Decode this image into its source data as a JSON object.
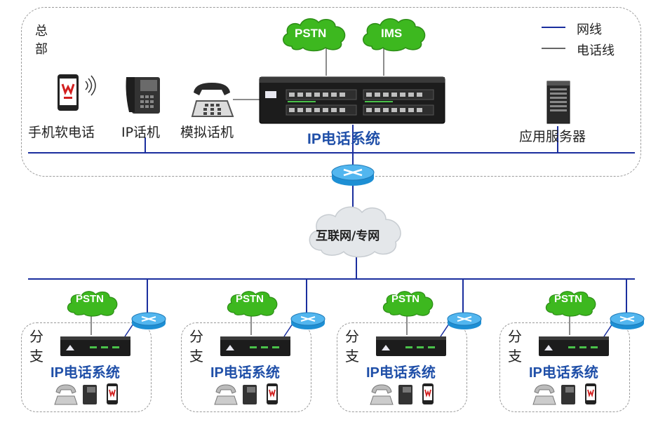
{
  "legend": {
    "network_line": "网线",
    "phone_line": "电话线",
    "network_color": "#1a2e9e",
    "phone_color": "#666666"
  },
  "headquarters": {
    "label": "总部",
    "clouds": [
      "PSTN",
      "IMS"
    ],
    "system": "IP电话系统",
    "devices": [
      "手机软电话",
      "IP话机",
      "模拟话机",
      "应用服务器"
    ]
  },
  "internet": "互联网/专网",
  "branches": [
    {
      "label": "分支",
      "cloud": "PSTN",
      "system": "IP电话系统"
    },
    {
      "label": "分支",
      "cloud": "PSTN",
      "system": "IP电话系统"
    },
    {
      "label": "分支",
      "cloud": "PSTN",
      "system": "IP电话系统"
    },
    {
      "label": "分支",
      "cloud": "PSTN",
      "system": "IP电话系统"
    }
  ],
  "icons": [
    "green-cloud-icon",
    "router-icon",
    "internet-cloud-icon",
    "mobile-softphone-icon",
    "ip-phone-icon",
    "analog-phone-icon",
    "server-icon",
    "pbx-device-icon"
  ]
}
